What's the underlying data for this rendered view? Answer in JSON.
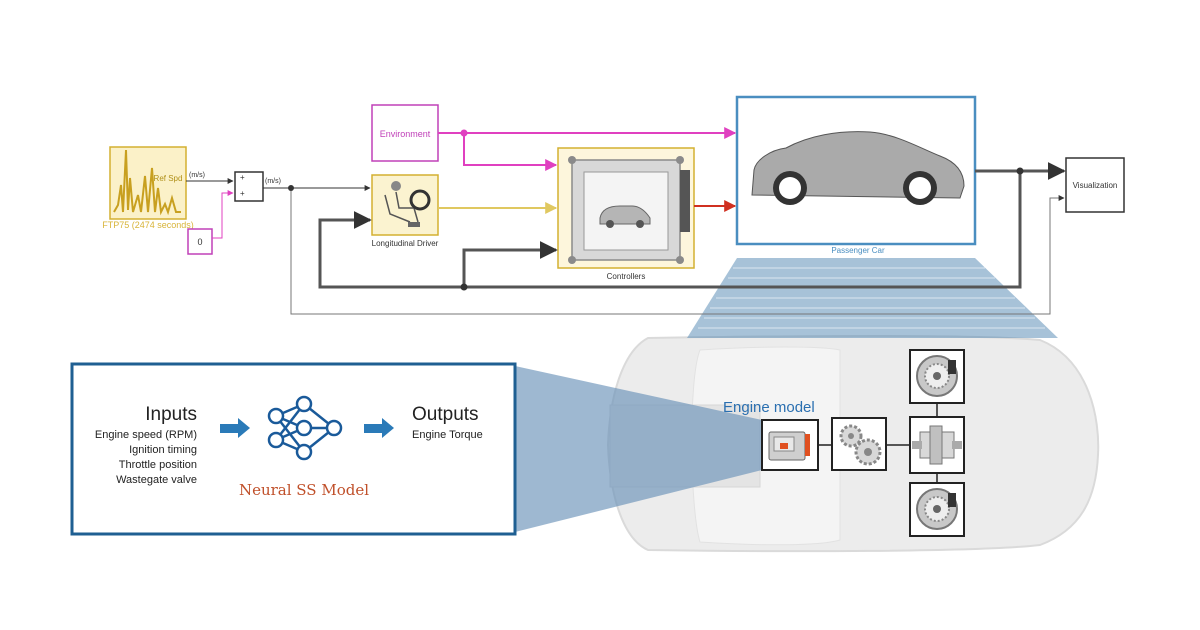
{
  "simulink": {
    "source_block": {
      "signal_label": "Ref Spd",
      "out_unit": "(m/s)",
      "caption": "FTP75 (2474 seconds)"
    },
    "constant_block": {
      "value": "0"
    },
    "sum_block": {
      "plus_a": "+",
      "plus_b": "+",
      "out_unit": "(m/s)"
    },
    "environment_block": {
      "label": "Environment"
    },
    "driver_block": {
      "label": "Longitudinal Driver"
    },
    "controllers_block": {
      "label": "Controllers"
    },
    "vehicle_block": {
      "label": "Passenger Car"
    },
    "visualization_block": {
      "label": "Visualization"
    }
  },
  "engine_view": {
    "title": "Engine model"
  },
  "neural_panel": {
    "inputs_title": "Inputs",
    "inputs": [
      "Engine speed (RPM)",
      "Ignition timing",
      "Throttle position",
      "Wastegate valve"
    ],
    "outputs_title": "Outputs",
    "outputs": [
      "Engine Torque"
    ],
    "model_name": "Neural SS Model"
  },
  "colors": {
    "environment": "#c040b8",
    "signal_magenta": "#e040c0",
    "source_gold": "#d4b030",
    "driver_signal": "#e0c860",
    "actuator_red": "#d03020",
    "vehicle_border": "#4a8ec0",
    "panel_border": "#1f5f92",
    "neural_blue": "#1a5a9a",
    "arrow_blue": "#2a7ab8",
    "model_name": "#c0502a",
    "engine_title": "#2a6fb0"
  }
}
